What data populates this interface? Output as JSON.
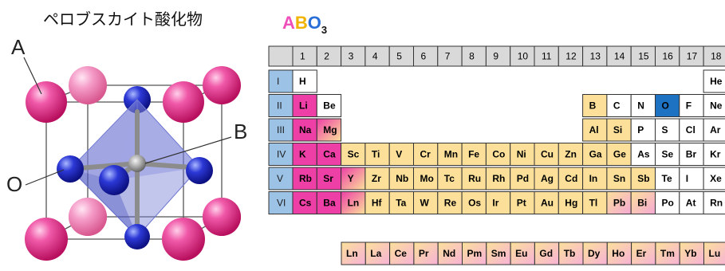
{
  "title": "ペロブスカイト酸化物",
  "labels": {
    "A": "A",
    "B": "B",
    "O": "O"
  },
  "formula": {
    "a": "A",
    "b": "B",
    "o": "O",
    "sub": "3",
    "colors": {
      "a": "#ee4fb8",
      "b": "#f0b400",
      "o": "#2a6fd8"
    }
  },
  "colors": {
    "A_site": "#ee3fa6",
    "A_site_grad_end": "#f7b2d6",
    "B_site": "#fce09a",
    "B_site_grad_end": "#f5a8d4",
    "oxygen": "#1d72c2",
    "plain": "#ffffff",
    "header": "#d9d9d9",
    "period": "#9cc3e6"
  },
  "groups": [
    "1",
    "2",
    "3",
    "4",
    "5",
    "6",
    "7",
    "8",
    "9",
    "10",
    "11",
    "12",
    "13",
    "14",
    "15",
    "16",
    "17",
    "18"
  ],
  "periods": [
    "I",
    "II",
    "III",
    "IV",
    "V",
    "VI"
  ],
  "elements": [
    {
      "s": "H",
      "g": 1,
      "p": 1,
      "t": "plain"
    },
    {
      "s": "He",
      "g": 18,
      "p": 1,
      "t": "plain"
    },
    {
      "s": "Li",
      "g": 1,
      "p": 2,
      "t": "A"
    },
    {
      "s": "Be",
      "g": 2,
      "p": 2,
      "t": "plain"
    },
    {
      "s": "B",
      "g": 13,
      "p": 2,
      "t": "Bsite"
    },
    {
      "s": "C",
      "g": 14,
      "p": 2,
      "t": "plain"
    },
    {
      "s": "N",
      "g": 15,
      "p": 2,
      "t": "plain"
    },
    {
      "s": "O",
      "g": 16,
      "p": 2,
      "t": "O"
    },
    {
      "s": "F",
      "g": 17,
      "p": 2,
      "t": "plain"
    },
    {
      "s": "Ne",
      "g": 18,
      "p": 2,
      "t": "plain"
    },
    {
      "s": "Na",
      "g": 1,
      "p": 3,
      "t": "A"
    },
    {
      "s": "Mg",
      "g": 2,
      "p": 3,
      "t": "AB"
    },
    {
      "s": "Al",
      "g": 13,
      "p": 3,
      "t": "Bsite"
    },
    {
      "s": "Si",
      "g": 14,
      "p": 3,
      "t": "Bsite"
    },
    {
      "s": "P",
      "g": 15,
      "p": 3,
      "t": "plain"
    },
    {
      "s": "S",
      "g": 16,
      "p": 3,
      "t": "plain"
    },
    {
      "s": "Cl",
      "g": 17,
      "p": 3,
      "t": "plain"
    },
    {
      "s": "Ar",
      "g": 18,
      "p": 3,
      "t": "plain"
    },
    {
      "s": "K",
      "g": 1,
      "p": 4,
      "t": "A"
    },
    {
      "s": "Ca",
      "g": 2,
      "p": 4,
      "t": "A"
    },
    {
      "s": "Sc",
      "g": 3,
      "p": 4,
      "t": "Bsite"
    },
    {
      "s": "Ti",
      "g": 4,
      "p": 4,
      "t": "Bsite"
    },
    {
      "s": "V",
      "g": 5,
      "p": 4,
      "t": "Bsite"
    },
    {
      "s": "Cr",
      "g": 6,
      "p": 4,
      "t": "Bsite"
    },
    {
      "s": "Mn",
      "g": 7,
      "p": 4,
      "t": "Bsite"
    },
    {
      "s": "Fe",
      "g": 8,
      "p": 4,
      "t": "Bsite"
    },
    {
      "s": "Co",
      "g": 9,
      "p": 4,
      "t": "Bsite"
    },
    {
      "s": "Ni",
      "g": 10,
      "p": 4,
      "t": "Bsite"
    },
    {
      "s": "Cu",
      "g": 11,
      "p": 4,
      "t": "Bsite"
    },
    {
      "s": "Zn",
      "g": 12,
      "p": 4,
      "t": "Bsite"
    },
    {
      "s": "Ga",
      "g": 13,
      "p": 4,
      "t": "Bsite"
    },
    {
      "s": "Ge",
      "g": 14,
      "p": 4,
      "t": "Bsite"
    },
    {
      "s": "As",
      "g": 15,
      "p": 4,
      "t": "plain"
    },
    {
      "s": "Se",
      "g": 16,
      "p": 4,
      "t": "plain"
    },
    {
      "s": "Br",
      "g": 17,
      "p": 4,
      "t": "plain"
    },
    {
      "s": "Kr",
      "g": 18,
      "p": 4,
      "t": "plain"
    },
    {
      "s": "Rb",
      "g": 1,
      "p": 5,
      "t": "A"
    },
    {
      "s": "Sr",
      "g": 2,
      "p": 5,
      "t": "A"
    },
    {
      "s": "Y",
      "g": 3,
      "p": 5,
      "t": "AB"
    },
    {
      "s": "Zr",
      "g": 4,
      "p": 5,
      "t": "Bsite"
    },
    {
      "s": "Nb",
      "g": 5,
      "p": 5,
      "t": "Bsite"
    },
    {
      "s": "Mo",
      "g": 6,
      "p": 5,
      "t": "Bsite"
    },
    {
      "s": "Tc",
      "g": 7,
      "p": 5,
      "t": "Bsite"
    },
    {
      "s": "Ru",
      "g": 8,
      "p": 5,
      "t": "Bsite"
    },
    {
      "s": "Rh",
      "g": 9,
      "p": 5,
      "t": "Bsite"
    },
    {
      "s": "Pd",
      "g": 10,
      "p": 5,
      "t": "Bsite"
    },
    {
      "s": "Ag",
      "g": 11,
      "p": 5,
      "t": "Bsite"
    },
    {
      "s": "Cd",
      "g": 12,
      "p": 5,
      "t": "Bsite"
    },
    {
      "s": "In",
      "g": 13,
      "p": 5,
      "t": "Bsite"
    },
    {
      "s": "Sn",
      "g": 14,
      "p": 5,
      "t": "Bsite"
    },
    {
      "s": "Sb",
      "g": 15,
      "p": 5,
      "t": "Bsite"
    },
    {
      "s": "Te",
      "g": 16,
      "p": 5,
      "t": "plain"
    },
    {
      "s": "I",
      "g": 17,
      "p": 5,
      "t": "plain"
    },
    {
      "s": "Xe",
      "g": 18,
      "p": 5,
      "t": "plain"
    },
    {
      "s": "Cs",
      "g": 1,
      "p": 6,
      "t": "A"
    },
    {
      "s": "Ba",
      "g": 2,
      "p": 6,
      "t": "A"
    },
    {
      "s": "Ln",
      "g": 3,
      "p": 6,
      "t": "AB"
    },
    {
      "s": "Hf",
      "g": 4,
      "p": 6,
      "t": "Bsite"
    },
    {
      "s": "Ta",
      "g": 5,
      "p": 6,
      "t": "Bsite"
    },
    {
      "s": "W",
      "g": 6,
      "p": 6,
      "t": "Bsite"
    },
    {
      "s": "Re",
      "g": 7,
      "p": 6,
      "t": "Bsite"
    },
    {
      "s": "Os",
      "g": 8,
      "p": 6,
      "t": "Bsite"
    },
    {
      "s": "Ir",
      "g": 9,
      "p": 6,
      "t": "Bsite"
    },
    {
      "s": "Pt",
      "g": 10,
      "p": 6,
      "t": "Bsite"
    },
    {
      "s": "Au",
      "g": 11,
      "p": 6,
      "t": "Bsite"
    },
    {
      "s": "Hg",
      "g": 12,
      "p": 6,
      "t": "Bsite"
    },
    {
      "s": "Tl",
      "g": 13,
      "p": 6,
      "t": "Bsite"
    },
    {
      "s": "Pb",
      "g": 14,
      "p": 6,
      "t": "BA"
    },
    {
      "s": "Bi",
      "g": 15,
      "p": 6,
      "t": "BA"
    },
    {
      "s": "Po",
      "g": 16,
      "p": 6,
      "t": "plain"
    },
    {
      "s": "At",
      "g": 17,
      "p": 6,
      "t": "plain"
    },
    {
      "s": "Rn",
      "g": 18,
      "p": 6,
      "t": "plain"
    }
  ],
  "lanthanides": [
    "Ln",
    "La",
    "Ce",
    "Pr",
    "Nd",
    "Pm",
    "Sm",
    "Eu",
    "Gd",
    "Tb",
    "Dy",
    "Ho",
    "Er",
    "Tm",
    "Yb",
    "Lu"
  ]
}
